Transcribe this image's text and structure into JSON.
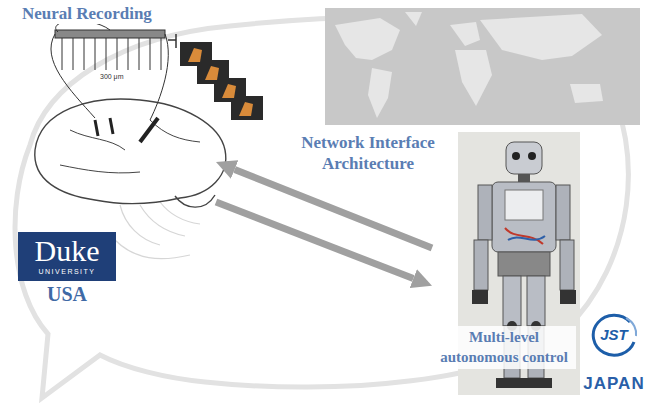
{
  "diagram": {
    "nodes": [
      {
        "text": [
          "Neural Recording"
        ]
      },
      {
        "text": [
          "Duke",
          "UNIVERSITY",
          "USA"
        ]
      },
      {
        "text": [
          "Multi-level autonomous control"
        ]
      },
      {
        "text": [
          "JST",
          "JAPAN"
        ]
      }
    ],
    "edges": [
      {
        "from": 2,
        "to": 0,
        "arrow": "to"
      },
      {
        "from": 0,
        "to": 2,
        "arrow": "to"
      }
    ],
    "labels": [
      "300 μm",
      "Network Interface Architecture"
    ]
  }
}
